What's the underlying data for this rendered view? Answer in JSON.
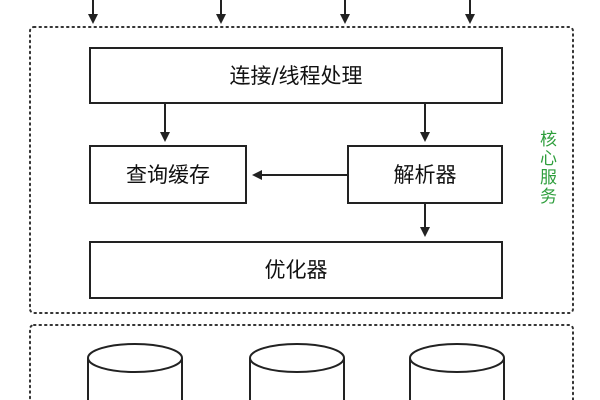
{
  "diagram": {
    "nodes": {
      "connection": "连接/线程处理",
      "query_cache": "查询缓存",
      "parser": "解析器",
      "optimizer": "优化器"
    },
    "side_label": "核心服务",
    "side_label_color": "#2e9e3c",
    "storage_engines_visible": 3,
    "incoming_arrows_visible": 4
  }
}
